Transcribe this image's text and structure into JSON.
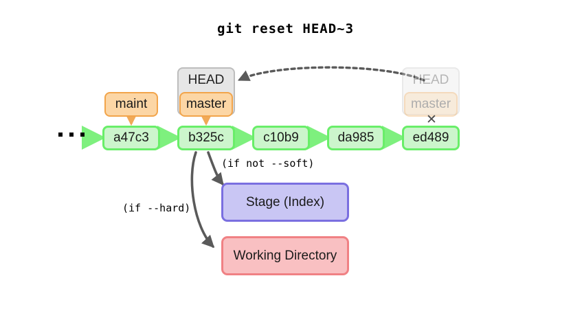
{
  "title": "git reset HEAD~3",
  "background": "#ffffff",
  "colors": {
    "commit_fill": "#ccf5cc",
    "commit_border": "#69ee69",
    "branch_fill": "#fcd6a5",
    "branch_border": "#f2a44a",
    "head_fill": "#e6e6e6",
    "head_border": "#bdbdbd",
    "stage_fill": "#c9c6f4",
    "stage_border": "#7a6fe0",
    "workdir_fill": "#f9c0c2",
    "workdir_border": "#f08184",
    "arrow_gray": "#5a5a5a",
    "arrow_green": "#7ef07e",
    "arrow_orange": "#f0a957",
    "x_mark": "#4d4d4d"
  },
  "ellipsis": {
    "label": "older commits",
    "dot_count": 3
  },
  "commits": [
    {
      "id": "a47c3"
    },
    {
      "id": "b325c"
    },
    {
      "id": "c10b9"
    },
    {
      "id": "da985"
    },
    {
      "id": "ed489"
    }
  ],
  "refs": {
    "maint": "maint",
    "master_current": "master",
    "head_current": "HEAD",
    "master_old": "master",
    "head_old": "HEAD"
  },
  "x_mark": "✕",
  "areas": {
    "stage": "Stage (Index)",
    "working_directory": "Working Directory"
  },
  "annotations": {
    "soft": "(if not --soft)",
    "hard": "(if --hard)"
  }
}
